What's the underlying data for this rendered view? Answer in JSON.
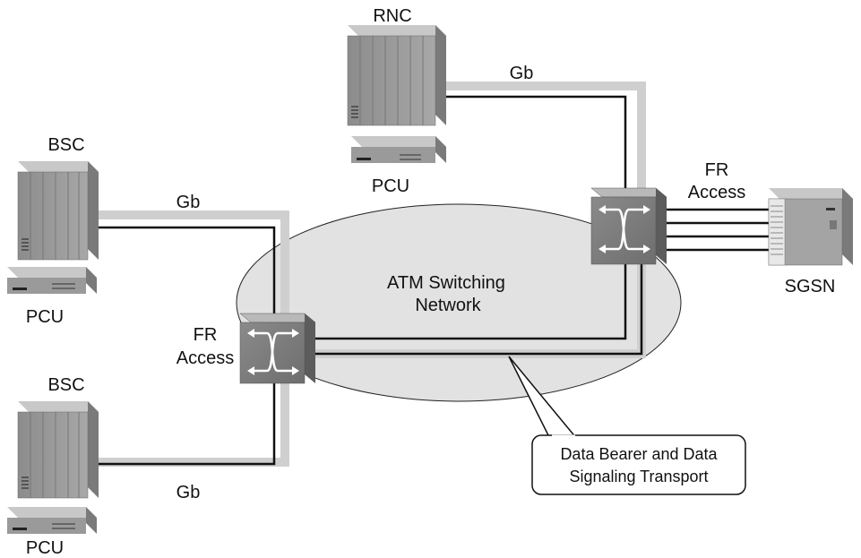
{
  "labels": {
    "rnc": "RNC",
    "bsc_top": "BSC",
    "bsc_bottom": "BSC",
    "pcu_rnc": "PCU",
    "pcu_top": "PCU",
    "pcu_bottom": "PCU",
    "sgsn": "SGSN",
    "gb_rnc": "Gb",
    "gb_top": "Gb",
    "gb_bottom": "Gb",
    "fr_access_left_1": "FR",
    "fr_access_left_2": "Access",
    "fr_access_right_1": "FR",
    "fr_access_right_2": "Access",
    "network_1": "ATM Switching",
    "network_2": "Network",
    "callout_1": "Data Bearer and Data",
    "callout_2": "Signaling Transport"
  },
  "colors": {
    "ellipse_fill": "#e2e2e2",
    "gray_band": "#cfcfcf",
    "line": "#111111",
    "device_body": "#9a9a9a"
  }
}
